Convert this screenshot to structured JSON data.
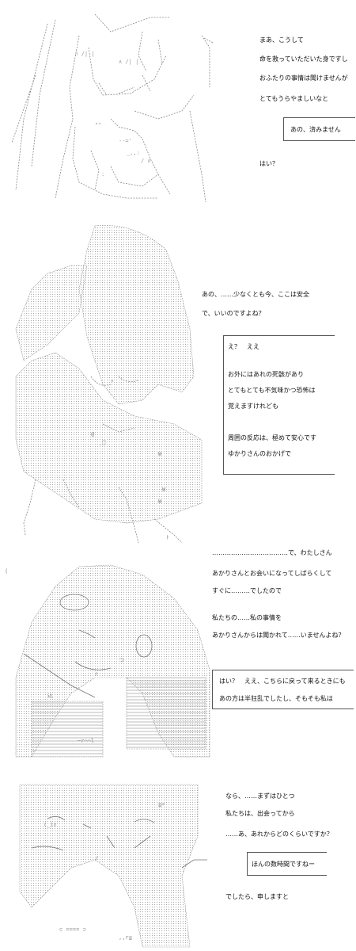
{
  "panels": [
    {
      "lines": [
        "まあ、こうして",
        "命を救っていただいた身ですし",
        "おふたりの事情は聞けませんが",
        "とてもうらやましいなと"
      ],
      "bubble": [
        "あの、済みません"
      ],
      "after": [
        "はい？"
      ]
    },
    {
      "lines": [
        "あの、……少なくとも今、ここは安全",
        "で、いいのですよね？"
      ],
      "bubble": [
        "え？　ええ",
        "",
        "お外にはあれの死骸があり",
        "とてもとても不気味かつ恐怖は",
        "覚えますけれども",
        "",
        "周囲の反応は、極めて安心です",
        "ゆかりさんのおかげで"
      ],
      "after": []
    },
    {
      "lines": [
        "………………………………で、わたしさん",
        "あかりさんとお会いになってしばらくして",
        "すぐに………でしたので",
        "私たちの……私の事情を",
        "あかりさんからは聞かれて……いませんよね？"
      ],
      "bubble": [
        "はい？　ええ、こちらに戻って来るときにも",
        "あの方は半狂乱でしたし、そもそも私は"
      ],
      "after": []
    },
    {
      "lines": [
        "なら、……まずはひとつ",
        "私たちは、出会ってから",
        "……あ、あれからどのくらいですか？"
      ],
      "bubble": [
        "ほんの数時間ですねー"
      ],
      "after": [
        "でしたら、申しますと"
      ]
    }
  ]
}
